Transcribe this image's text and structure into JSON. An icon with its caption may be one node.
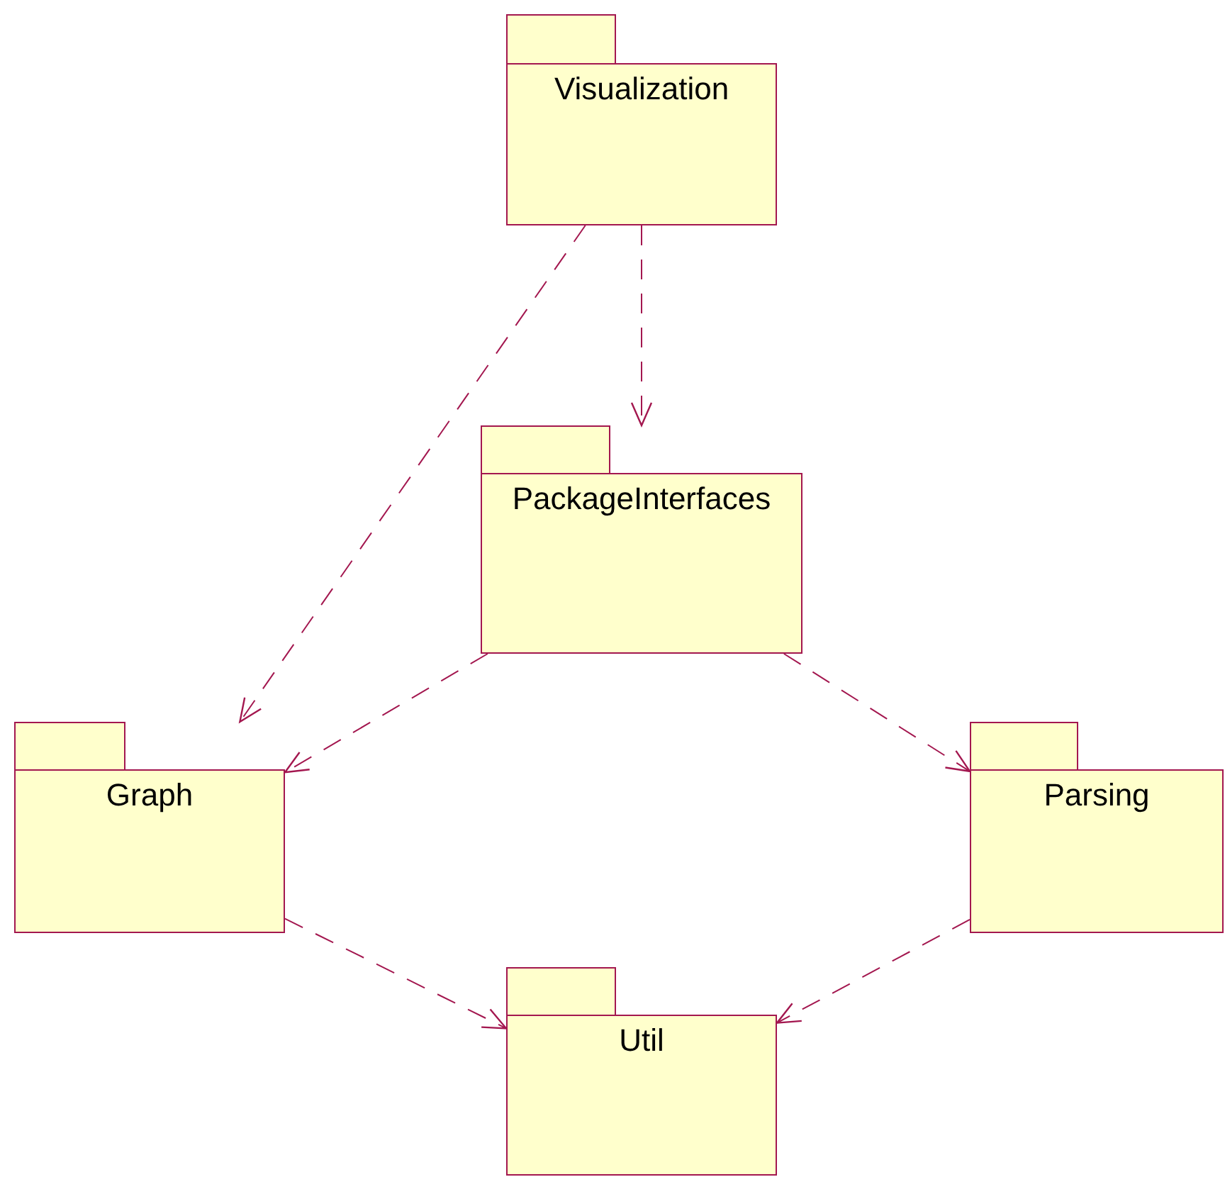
{
  "diagram": {
    "nodes": [
      {
        "text": [
          "Visualization"
        ]
      },
      {
        "text": [
          "PackageInterfaces"
        ]
      },
      {
        "text": [
          "Graph"
        ]
      },
      {
        "text": [
          "Parsing"
        ]
      },
      {
        "text": [
          "Util"
        ]
      }
    ],
    "edges": [
      {
        "from": 0,
        "to": 2,
        "arrow": "to",
        "style": "dashed"
      },
      {
        "from": 0,
        "to": 1,
        "arrow": "to",
        "style": "dashed"
      },
      {
        "from": 1,
        "to": 2,
        "arrow": "to",
        "style": "dashed"
      },
      {
        "from": 1,
        "to": 3,
        "arrow": "to",
        "style": "dashed"
      },
      {
        "from": 2,
        "to": 4,
        "arrow": "to",
        "style": "dashed"
      },
      {
        "from": 3,
        "to": 4,
        "arrow": "to",
        "style": "dashed"
      }
    ]
  }
}
